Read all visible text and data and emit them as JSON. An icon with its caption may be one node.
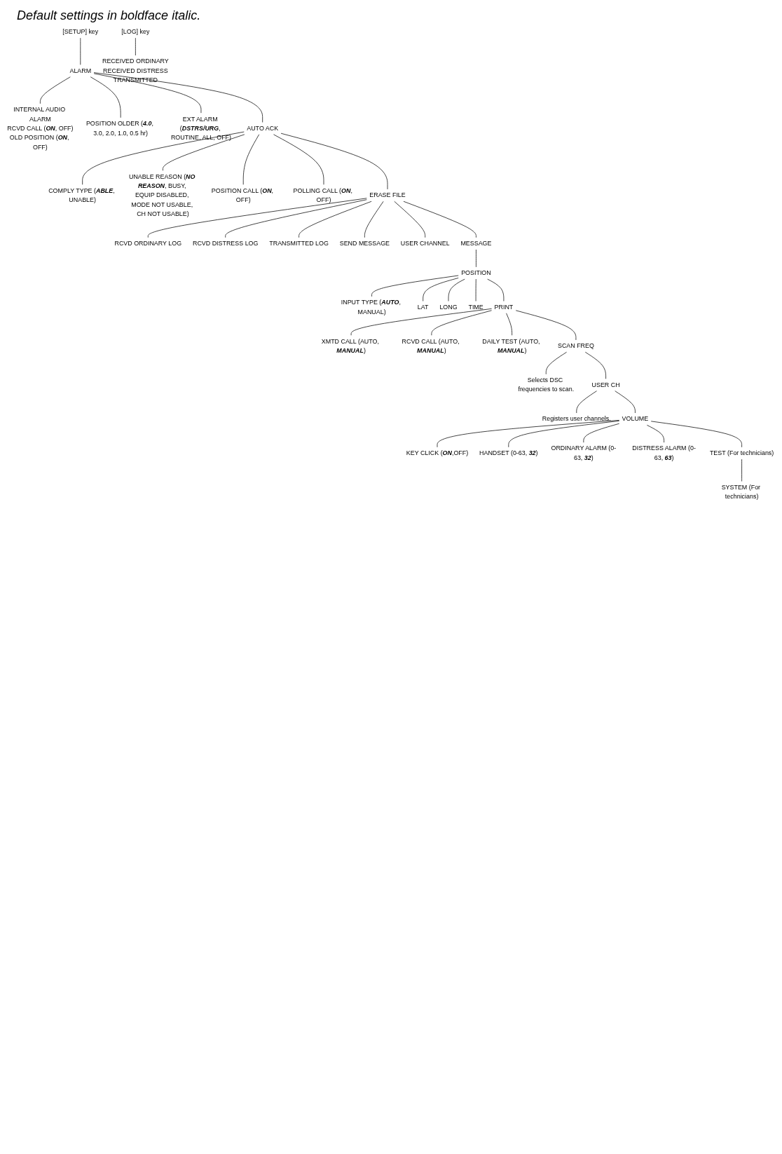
{
  "diagram": {
    "nodes": [
      {
        "text": [
          "[SETUP] key"
        ]
      },
      {
        "text": [
          "ALARM"
        ]
      },
      {
        "text": [
          "INTERNAL AUDIO ALARM",
          "RCVD CALL (**ON**, OFF)",
          "OLD POSITION (**ON**, OFF)"
        ]
      },
      {
        "text": [
          "POSITION OLDER (**4.0**, 3.0, 2.0, 1.0, 0.5 hr)"
        ]
      },
      {
        "text": [
          "EXT ALARM (**DSTRS/URG**, ROUTINE, ALL, OFF)"
        ]
      },
      {
        "text": [
          "AUTO ACK"
        ]
      },
      {
        "text": [
          "COMPLY TYPE (**ABLE**, UNABLE)"
        ]
      },
      {
        "text": [
          "UNABLE REASON (**NO REASON**, BUSY, EQUIP DISABLED, MODE NOT USABLE, CH NOT USABLE)"
        ]
      },
      {
        "text": [
          "POSITION CALL (**ON**, OFF)"
        ]
      },
      {
        "text": [
          "POLLING CALL (**ON**, OFF)"
        ]
      },
      {
        "text": [
          "ERASE FILE"
        ]
      },
      {
        "text": [
          "RCVD ORDINARY LOG"
        ]
      },
      {
        "text": [
          "RCVD DISTRESS LOG"
        ]
      },
      {
        "text": [
          "TRANSMITTED LOG"
        ]
      },
      {
        "text": [
          "SEND MESSAGE"
        ]
      },
      {
        "text": [
          "USER CHANNEL"
        ]
      },
      {
        "text": [
          "MESSAGE"
        ]
      },
      {
        "text": [
          "POSITION"
        ]
      },
      {
        "text": [
          "INPUT TYPE (**AUTO**, MANUAL)"
        ]
      },
      {
        "text": [
          "LAT"
        ]
      },
      {
        "text": [
          "LONG"
        ]
      },
      {
        "text": [
          "TIME"
        ]
      },
      {
        "text": [
          "PRINT"
        ]
      },
      {
        "text": [
          "XMTD CALL (AUTO, **MANUAL**)"
        ]
      },
      {
        "text": [
          "RCVD CALL (AUTO, **MANUAL**)"
        ]
      },
      {
        "text": [
          "DAILY TEST (AUTO, **MANUAL**)"
        ]
      },
      {
        "text": [
          "SCAN FREQ"
        ]
      },
      {
        "text": [
          "Selects DSC frequencies to scan."
        ]
      },
      {
        "text": [
          "USER CH"
        ]
      },
      {
        "text": [
          "Registers user channels."
        ]
      },
      {
        "text": [
          "VOLUME"
        ]
      },
      {
        "text": [
          "KEY CLICK (**ON**,OFF)"
        ]
      },
      {
        "text": [
          "HANDSET (0-63, **32**)"
        ]
      },
      {
        "text": [
          "ORDINARY ALARM (0-63, **32**)"
        ]
      },
      {
        "text": [
          "DISTRESS ALARM (0-63, **63**)"
        ]
      },
      {
        "text": [
          "TEST (For technicians)"
        ]
      },
      {
        "text": [
          "SYSTEM (For technicians)"
        ]
      },
      {
        "text": [
          "[LOG] key"
        ]
      },
      {
        "text": [
          "RECEIVED ORDINARY",
          "RECEIVED DISTRESS",
          "TRANSMITTED"
        ]
      }
    ],
    "edges": [
      {
        "from": 0,
        "to": 1,
        "arrow": "none"
      },
      {
        "from": 1,
        "to": 2,
        "arrow": "none"
      },
      {
        "from": 1,
        "to": 3,
        "arrow": "none"
      },
      {
        "from": 1,
        "to": 4,
        "arrow": "none"
      },
      {
        "from": 1,
        "to": 5,
        "arrow": "none"
      },
      {
        "from": 5,
        "to": 6,
        "arrow": "none"
      },
      {
        "from": 5,
        "to": 7,
        "arrow": "none"
      },
      {
        "from": 5,
        "to": 8,
        "arrow": "none"
      },
      {
        "from": 5,
        "to": 9,
        "arrow": "none"
      },
      {
        "from": 5,
        "to": 10,
        "arrow": "none"
      },
      {
        "from": 10,
        "to": 11,
        "arrow": "none"
      },
      {
        "from": 10,
        "to": 12,
        "arrow": "none"
      },
      {
        "from": 10,
        "to": 13,
        "arrow": "none"
      },
      {
        "from": 10,
        "to": 14,
        "arrow": "none"
      },
      {
        "from": 10,
        "to": 15,
        "arrow": "none"
      },
      {
        "from": 10,
        "to": 16,
        "arrow": "none"
      },
      {
        "from": 16,
        "to": 17,
        "arrow": "none"
      },
      {
        "from": 17,
        "to": 18,
        "arrow": "none"
      },
      {
        "from": 17,
        "to": 19,
        "arrow": "none"
      },
      {
        "from": 17,
        "to": 20,
        "arrow": "none"
      },
      {
        "from": 17,
        "to": 21,
        "arrow": "none"
      },
      {
        "from": 17,
        "to": 22,
        "arrow": "none"
      },
      {
        "from": 22,
        "to": 23,
        "arrow": "none"
      },
      {
        "from": 22,
        "to": 24,
        "arrow": "none"
      },
      {
        "from": 22,
        "to": 25,
        "arrow": "none"
      },
      {
        "from": 22,
        "to": 26,
        "arrow": "none"
      },
      {
        "from": 26,
        "to": 27,
        "arrow": "none"
      },
      {
        "from": 26,
        "to": 28,
        "arrow": "none"
      },
      {
        "from": 28,
        "to": 29,
        "arrow": "none"
      },
      {
        "from": 28,
        "to": 30,
        "arrow": "none"
      },
      {
        "from": 30,
        "to": 31,
        "arrow": "none"
      },
      {
        "from": 30,
        "to": 32,
        "arrow": "none"
      },
      {
        "from": 30,
        "to": 33,
        "arrow": "none"
      },
      {
        "from": 30,
        "to": 34,
        "arrow": "none"
      },
      {
        "from": 30,
        "to": 35,
        "arrow": "none"
      },
      {
        "from": 35,
        "to": 36,
        "arrow": "none"
      },
      {
        "from": 37,
        "to": 38,
        "arrow": "none"
      }
    ],
    "labels": [
      "Default settings in boldface italic."
    ]
  }
}
